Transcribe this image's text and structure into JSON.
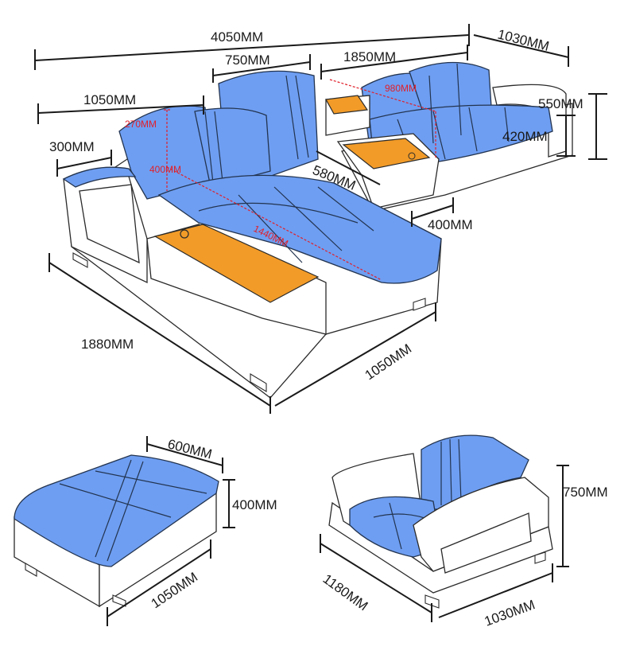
{
  "sofa_main": {
    "total_length": "4050MM",
    "chaise_width_top": "1030MM",
    "headrest_width": "750MM",
    "right_section": "1850MM",
    "left_section": "1050MM",
    "total_height": "550MM",
    "seat_height": "420MM",
    "arm_width": "300MM",
    "headrest_height": "270MM",
    "back_height": "400MM",
    "seat_depth_red": "980MM",
    "seat_depth": "580MM",
    "console_width": "400MM",
    "chaise_length_red": "1440MM",
    "chaise_length": "1880MM",
    "chaise_width": "1050MM"
  },
  "ottoman": {
    "width": "600MM",
    "height": "400MM",
    "length": "1050MM"
  },
  "chair": {
    "height": "750MM",
    "width": "1180MM",
    "depth": "1030MM"
  },
  "colors": {
    "cushion": "#6e9ef2",
    "accent": "#f29b28",
    "red_dimension": "#e0202a"
  }
}
